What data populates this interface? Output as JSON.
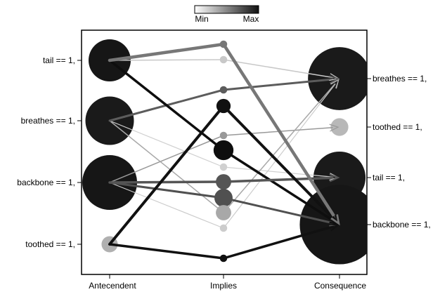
{
  "legend": {
    "min_label": "Min",
    "max_label": "Max",
    "gradient_from": "#ffffff",
    "gradient_to": "#111111"
  },
  "axis": {
    "columns": [
      "Antecendent",
      "Implies",
      "Consequence"
    ]
  },
  "antecedents": [
    {
      "id": "a_tail",
      "label": "tail == 1,",
      "size": 1.0,
      "shade": "#161616"
    },
    {
      "id": "a_breathes",
      "label": "breathes == 1,",
      "size": 1.15,
      "shade": "#1a1a1a"
    },
    {
      "id": "a_backbone",
      "label": "backbone == 1,",
      "size": 1.3,
      "shade": "#161616"
    },
    {
      "id": "a_toothed",
      "label": "toothed == 1,",
      "size": 0.35,
      "shade": "#b0b0b0"
    }
  ],
  "consequences": [
    {
      "id": "c_breathes",
      "label": "breathes == 1,",
      "size": 1.15,
      "shade": "#1a1a1a"
    },
    {
      "id": "c_toothed",
      "label": "toothed == 1,",
      "size": 0.4,
      "shade": "#b8b8b8"
    },
    {
      "id": "c_tail",
      "label": "tail == 1,",
      "size": 0.95,
      "shade": "#1a1a1a"
    },
    {
      "id": "c_backbone",
      "label": "backbone == 1,",
      "size": 1.45,
      "shade": "#161616"
    }
  ],
  "rules": [
    {
      "from": "a_tail",
      "to": "c_backbone",
      "size": 0.13,
      "shade": "#777777",
      "weight": 4.5
    },
    {
      "from": "a_tail",
      "to": "c_breathes",
      "size": 0.13,
      "shade": "#c8c8c8",
      "weight": 1.5
    },
    {
      "from": "a_breathes",
      "to": "c_breathes",
      "size": 0.13,
      "shade": "#5c5c5c",
      "weight": 3
    },
    {
      "from": "a_toothed",
      "to": "c_backbone",
      "size": 0.25,
      "shade": "#111111",
      "weight": 4
    },
    {
      "from": "a_backbone",
      "to": "c_toothed",
      "size": 0.13,
      "shade": "#999999",
      "weight": 1.5
    },
    {
      "from": "a_tail",
      "to": "c_backbone",
      "size": 0.35,
      "shade": "#0e0e0e",
      "weight": 3.5
    },
    {
      "from": "a_breathes",
      "to": "c_tail",
      "size": 0.13,
      "shade": "#d0d0d0",
      "weight": 1.2
    },
    {
      "from": "a_backbone",
      "to": "c_tail",
      "size": 0.27,
      "shade": "#555555",
      "weight": 3.5
    },
    {
      "from": "a_backbone",
      "to": "c_backbone",
      "size": 0.32,
      "shade": "#505050",
      "weight": 3
    },
    {
      "from": "a_breathes",
      "to": "c_breathes",
      "size": 0.27,
      "shade": "#a8a8a8",
      "weight": 1.5
    },
    {
      "from": "a_backbone",
      "to": "c_breathes",
      "size": 0.13,
      "shade": "#cccccc",
      "weight": 1.2
    },
    {
      "from": "a_toothed",
      "to": "c_backbone",
      "size": 0.13,
      "shade": "#111111",
      "weight": 3.5
    }
  ]
}
